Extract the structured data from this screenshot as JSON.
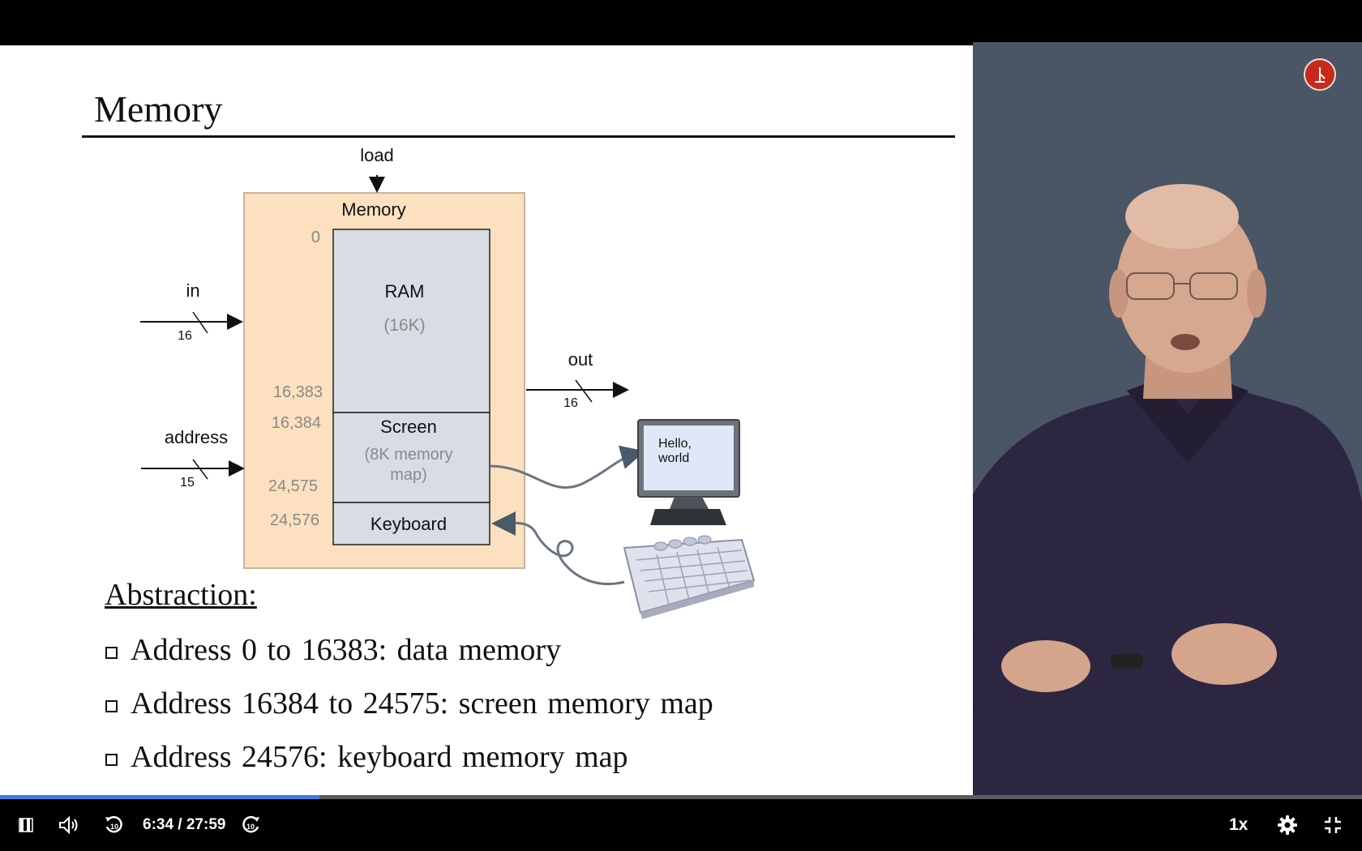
{
  "slide": {
    "title": "Memory",
    "diagram": {
      "load_label": "load",
      "memory_label": "Memory",
      "in_label": "in",
      "in_width": "16",
      "address_label": "address",
      "address_width": "15",
      "out_label": "out",
      "out_width": "16",
      "ram_label": "RAM",
      "ram_size": "(16K)",
      "screen_label": "Screen",
      "screen_sub1": "(8K memory",
      "screen_sub2": "map)",
      "keyboard_label": "Keyboard",
      "addr_0": "0",
      "addr_16383": "16,383",
      "addr_16384": "16,384",
      "addr_24575": "24,575",
      "addr_24576": "24,576",
      "monitor_text1": "Hello,",
      "monitor_text2": "world"
    },
    "abstraction_heading": "Abstraction:",
    "bullets": [
      "Address 0 to 16383: data memory",
      "Address 16384 to 24575: screen memory map",
      "Address 24576: keyboard memory map"
    ]
  },
  "player": {
    "current_time": "6:34",
    "duration": "27:59",
    "time_display": "6:34 / 27:59",
    "progress_fraction": 0.2346,
    "speed": "1x",
    "skip_back_seconds": "10",
    "skip_forward_seconds": "10",
    "accent_color": "#3d7fe0"
  },
  "icons": {
    "play_state": "pause-icon",
    "volume": "volume-icon",
    "rewind": "rewind-10-icon",
    "forward": "forward-10-icon",
    "settings": "gear-icon",
    "fullscreen": "exit-fullscreen-icon",
    "logo": "channel-logo-icon"
  }
}
